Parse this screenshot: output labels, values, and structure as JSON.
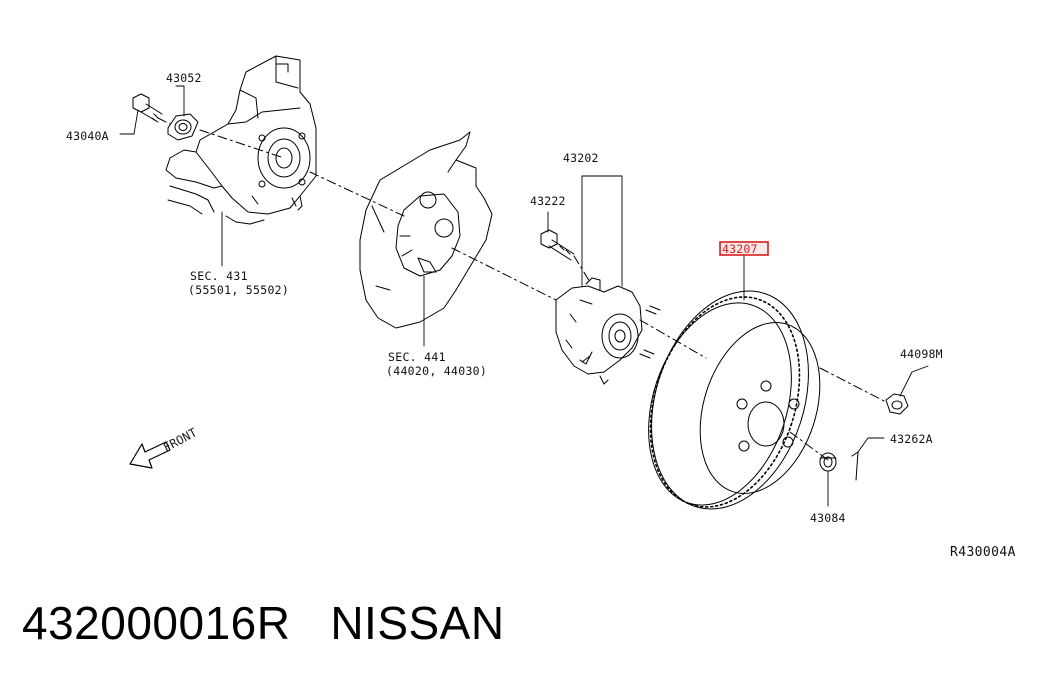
{
  "diagram": {
    "labels": {
      "p43040a": "43040A",
      "p43052": "43052",
      "sec431": "SEC. 431",
      "sec431_codes": "(55501, 55502)",
      "sec441": "SEC. 441",
      "sec441_codes": "(44020, 44030)",
      "p43202": "43202",
      "p43222": "43222",
      "p43207": "43207",
      "p44098m": "44098M",
      "p43262a": "43262A",
      "p43084": "43084",
      "front": "FRONT",
      "ref": "R430004A"
    },
    "highlight_color": "#d42020"
  },
  "footer": {
    "part_number": "432000016R",
    "brand": "NISSAN"
  }
}
